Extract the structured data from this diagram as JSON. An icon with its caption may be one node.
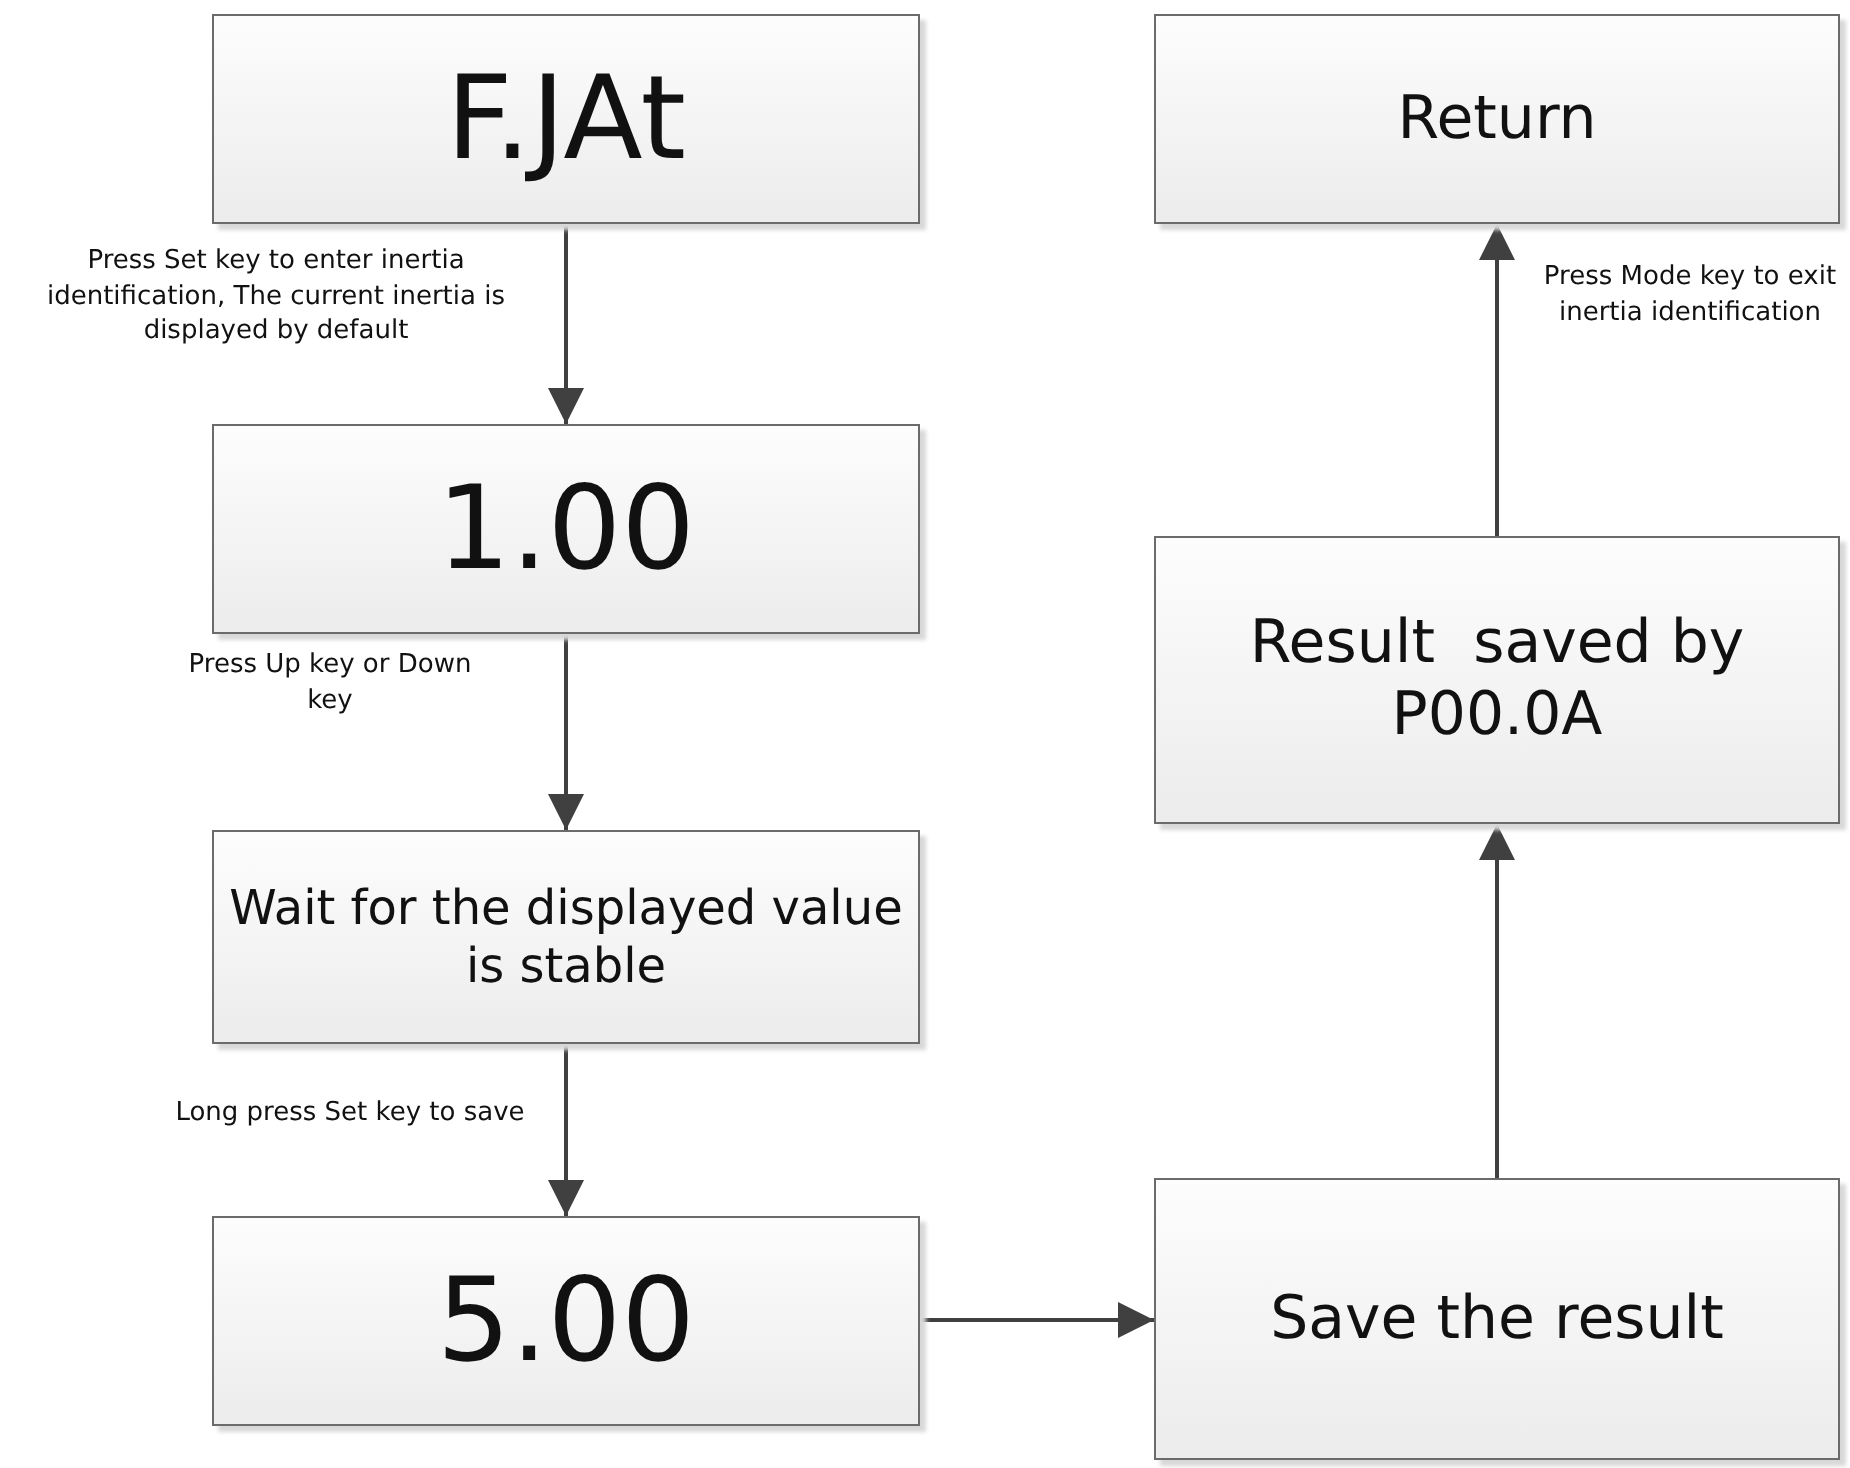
{
  "diagram": {
    "nodes": [
      {
        "text": [
          "F.JAt"
        ]
      },
      {
        "text": [
          "1.00"
        ]
      },
      {
        "text": [
          "Wait for the displayed value is stable"
        ]
      },
      {
        "text": [
          "5.00"
        ]
      },
      {
        "text": [
          "Save the result"
        ]
      },
      {
        "text": [
          "Result  saved by P00.0A"
        ]
      },
      {
        "text": [
          "Return"
        ]
      }
    ],
    "edges": [
      {
        "from": 0,
        "to": 1,
        "arrow": "to",
        "label": "Press Set key to enter inertia identification, The current inertia is displayed by default"
      },
      {
        "from": 1,
        "to": 2,
        "arrow": "to",
        "label": "Press Up key or Down key"
      },
      {
        "from": 2,
        "to": 3,
        "arrow": "to",
        "label": "Long press Set key to save"
      },
      {
        "from": 3,
        "to": 4,
        "arrow": "to"
      },
      {
        "from": 4,
        "to": 5,
        "arrow": "to"
      },
      {
        "from": 5,
        "to": 6,
        "arrow": "to",
        "label": "Press Mode key to exit inertia identification"
      }
    ]
  }
}
